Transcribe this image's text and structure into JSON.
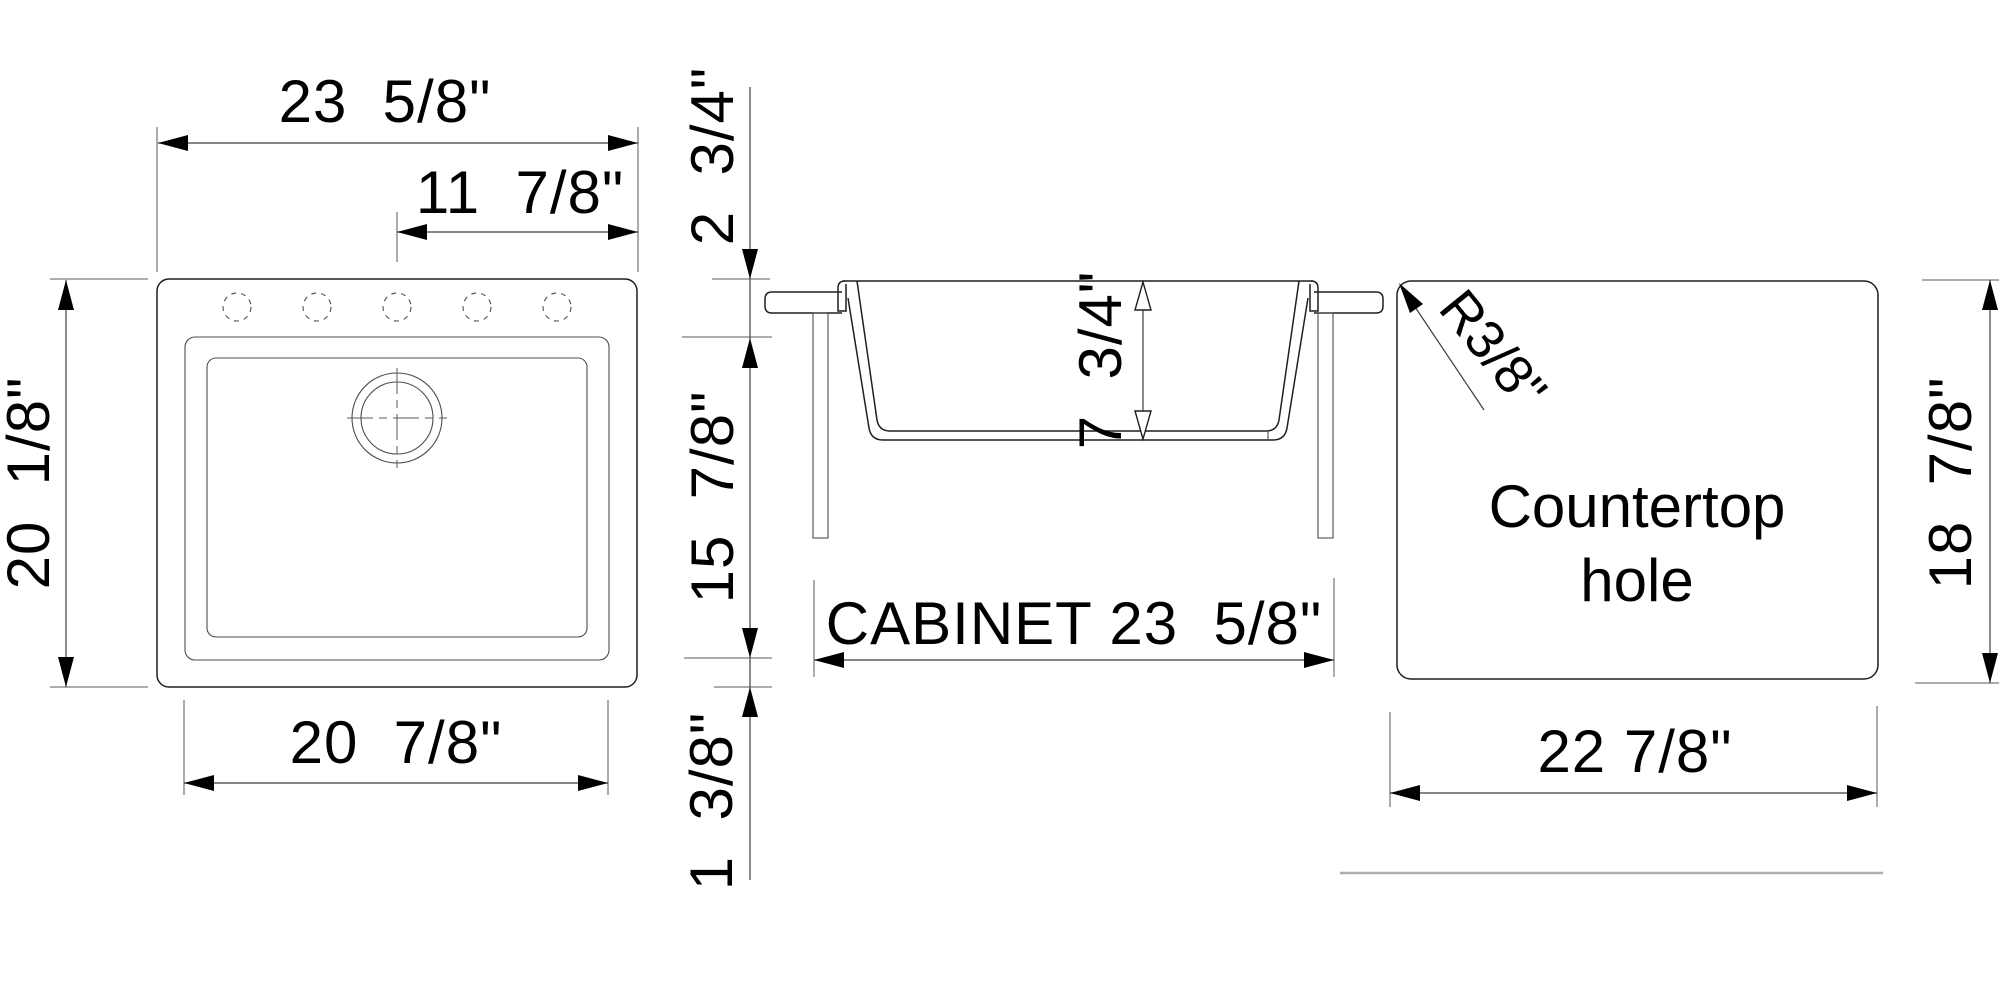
{
  "drawing": {
    "top_view": {
      "dims": {
        "overall_width": "23  5/8\"",
        "hole_offset": "11  7/8\"",
        "overall_depth": "20  1/8\"",
        "bowl_width": "20  7/8\""
      }
    },
    "stack_dims": {
      "rim_front": "2  3/4\"",
      "bowl_length": "15  7/8\"",
      "bowl_to_edge": "1  3/8\""
    },
    "section_view": {
      "dims": {
        "bowl_depth": "7  3/4\"",
        "cabinet": "CABINET 23  5/8\""
      }
    },
    "hole_view": {
      "corner_radius": "R3/8\"",
      "label_line1": "Countertop",
      "label_line2": "hole",
      "dims": {
        "depth": "18  7/8\"",
        "width": "22 7/8\""
      }
    }
  }
}
